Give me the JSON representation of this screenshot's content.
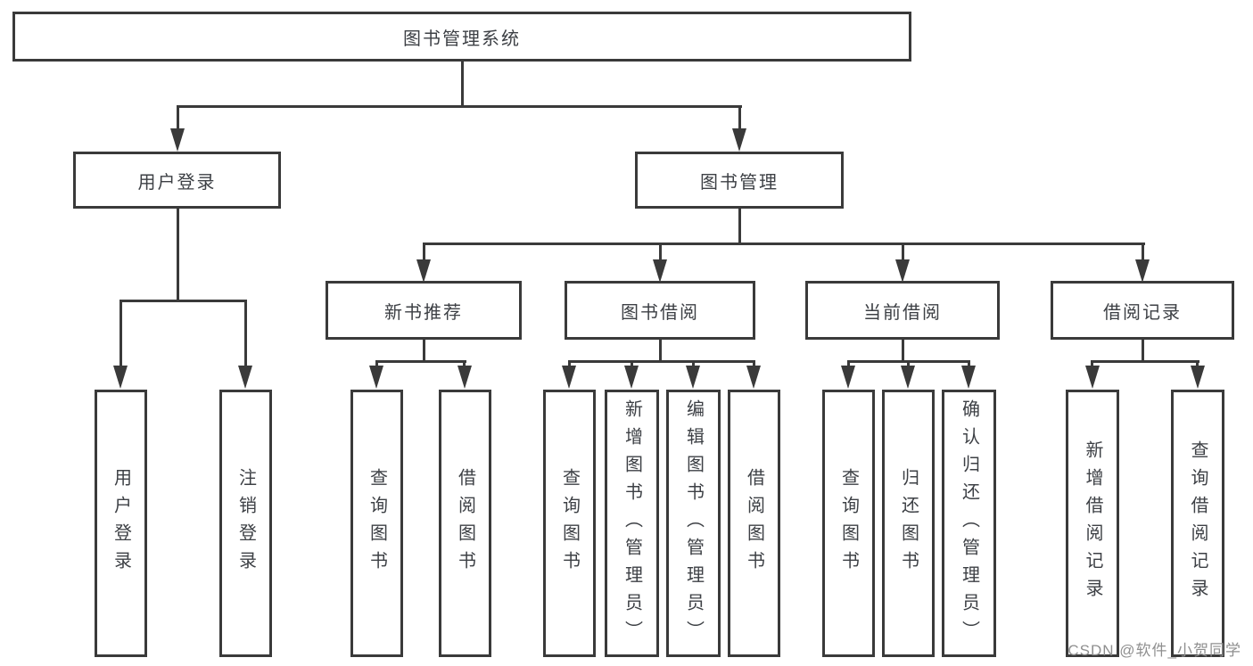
{
  "diagram": {
    "root": {
      "label": "图书管理系统"
    },
    "level2": {
      "user_login": {
        "label": "用户登录"
      },
      "book_management": {
        "label": "图书管理"
      }
    },
    "level3": {
      "new_book_recommend": {
        "label": "新书推荐"
      },
      "book_borrowing": {
        "label": "图书借阅"
      },
      "current_borrowing": {
        "label": "当前借阅"
      },
      "borrowing_records": {
        "label": "借阅记录"
      }
    },
    "leaves": {
      "user_login": {
        "label": "用户登录"
      },
      "logout": {
        "label": "注销登录"
      },
      "recommend_query_book": {
        "label": "查询图书"
      },
      "recommend_borrow_book": {
        "label": "借阅图书"
      },
      "borrow_query_book": {
        "label": "查询图书"
      },
      "borrow_add_book": {
        "label": "新增图书（管理员）"
      },
      "borrow_edit_book": {
        "label": "编辑图书（管理员）"
      },
      "borrow_borrow_book": {
        "label": "借阅图书"
      },
      "current_query_book": {
        "label": "查询图书"
      },
      "current_return_book": {
        "label": "归还图书"
      },
      "current_confirm_return": {
        "label": "确认归还（管理员）"
      },
      "record_add": {
        "label": "新增借阅记录"
      },
      "record_query": {
        "label": "查询借阅记录"
      }
    }
  },
  "watermark": {
    "text": "CSDN @软件_小贺同学"
  },
  "colors": {
    "line": "#3a3a3a",
    "box_border": "#3a3a3a",
    "text": "#3d4045",
    "background": "#ffffff",
    "watermark": "#8f8f8f"
  }
}
